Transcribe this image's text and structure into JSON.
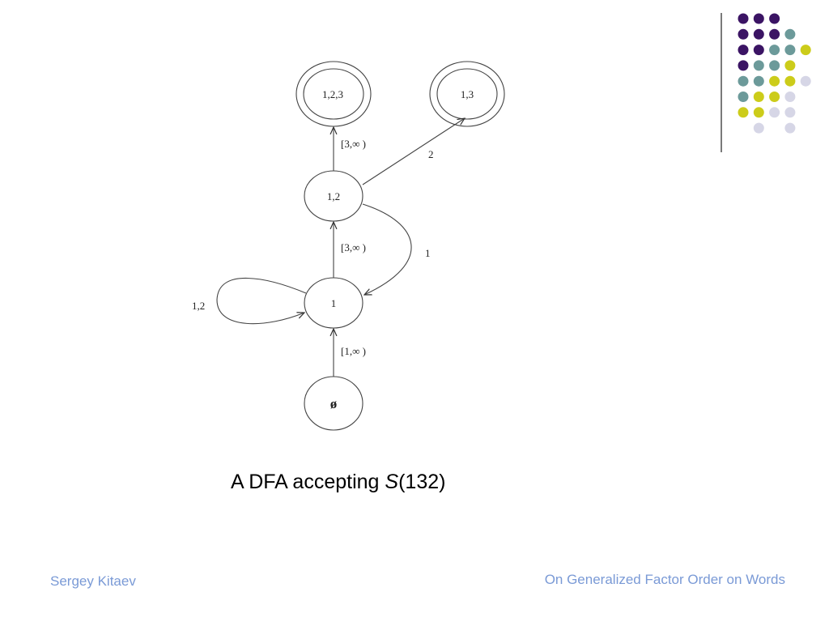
{
  "colors": {
    "purple": "#3b1464",
    "teal": "#6c9a9a",
    "yellow": "#cccc1a",
    "lavender": "#d6d6e6",
    "footer_text": "#7a9ad6"
  },
  "decoration": {
    "dot_grid": [
      [
        "purple",
        "purple",
        "purple",
        null,
        null
      ],
      [
        "purple",
        "purple",
        "purple",
        "teal",
        null
      ],
      [
        "purple",
        "purple",
        "teal",
        "teal",
        "yellow"
      ],
      [
        "purple",
        "teal",
        "teal",
        "yellow",
        null
      ],
      [
        "teal",
        "teal",
        "yellow",
        "yellow",
        "lavender"
      ],
      [
        "teal",
        "yellow",
        "yellow",
        "lavender",
        null
      ],
      [
        "yellow",
        "yellow",
        "lavender",
        "lavender",
        null
      ],
      [
        null,
        "lavender",
        null,
        "lavender",
        null
      ]
    ]
  },
  "diagram": {
    "states": {
      "empty": "ø",
      "s1": "1",
      "s12": "1,2",
      "s123": "1,2,3",
      "s13": "1,3"
    },
    "edges": {
      "empty_to_1": "[1,∞ )",
      "self_loop_1": "1,2",
      "s1_to_12": "[3,∞ )",
      "s12_to_1": "1",
      "s12_to_123": "[3,∞ )",
      "s12_to_13": "2"
    }
  },
  "caption": {
    "prefix": "A DFA accepting ",
    "italic": "S",
    "suffix": "(132)"
  },
  "footer": {
    "author": "Sergey Kitaev",
    "title": "On Generalized Factor Order on Words"
  }
}
